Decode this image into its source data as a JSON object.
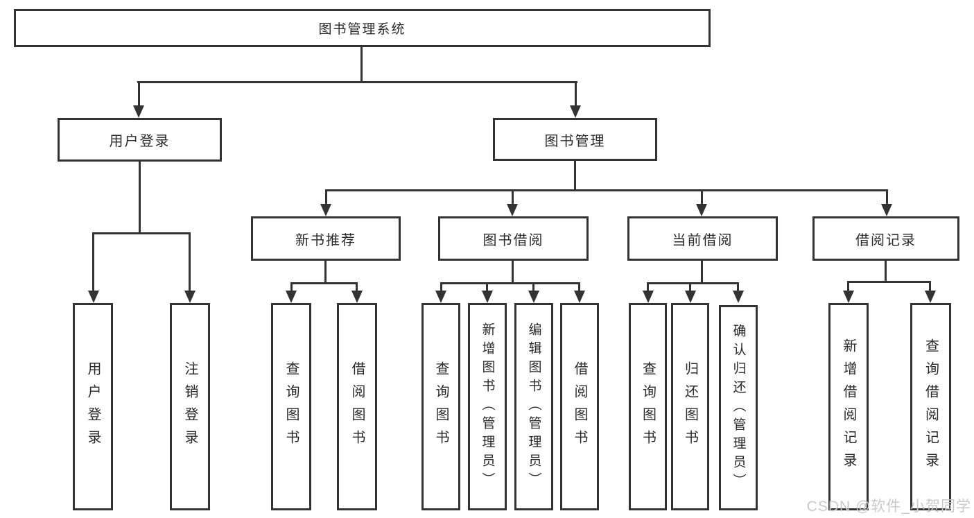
{
  "tree": {
    "root": "图书管理系统",
    "branches": [
      {
        "label": "用户登录",
        "children": [
          "用户登录",
          "注销登录"
        ]
      },
      {
        "label": "图书管理",
        "sections": [
          {
            "label": "新书推荐",
            "children": [
              "查询图书",
              "借阅图书"
            ]
          },
          {
            "label": "图书借阅",
            "children": [
              "查询图书",
              "新增图书（管理员）",
              "编辑图书（管理员）",
              "借阅图书"
            ]
          },
          {
            "label": "当前借阅",
            "children": [
              "查询图书",
              "归还图书",
              "确认归还（管理员）"
            ]
          },
          {
            "label": "借阅记录",
            "children": [
              "新增借阅记录",
              "查询借阅记录"
            ]
          }
        ]
      }
    ]
  },
  "watermark": {
    "text": "CSDN @软件_小贺同学"
  },
  "colors": {
    "line": "#333333",
    "box_border": "#333333",
    "box_fill": "#ffffff",
    "text": "#2a2a2a",
    "watermark": "#c9c9c9",
    "background": "#ffffff"
  }
}
